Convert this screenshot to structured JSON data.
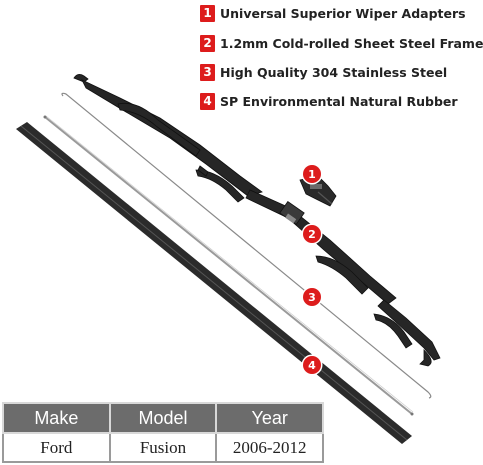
{
  "features": [
    {
      "num": "1",
      "text": "Universal Superior Wiper Adapters"
    },
    {
      "num": "2",
      "text": "1.2mm Cold-rolled Sheet Steel Frame"
    },
    {
      "num": "3",
      "text": "High Quality 304 Stainless Steel"
    },
    {
      "num": "4",
      "text": "SP Environmental Natural Rubber"
    }
  ],
  "markers": [
    "1",
    "2",
    "3",
    "4"
  ],
  "spec_table": {
    "headers": [
      "Make",
      "Model",
      "Year"
    ],
    "row": [
      "Ford",
      "Fusion",
      "2006-2012"
    ]
  },
  "colors": {
    "accent_red": "#dd1c1c",
    "header_gray": "#6c6c6c",
    "blade_black": "#222222"
  }
}
